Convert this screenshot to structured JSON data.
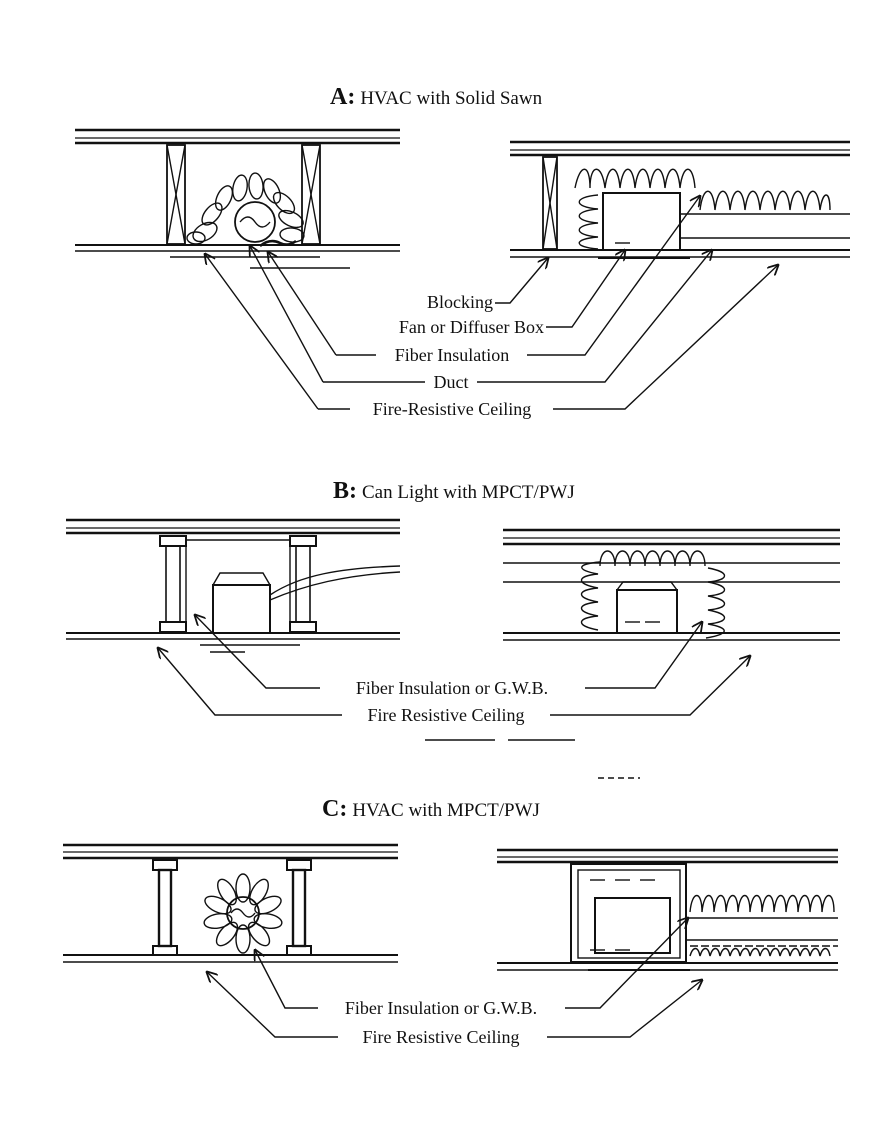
{
  "sections": {
    "a": {
      "letter": "A:",
      "title": "HVAC with Solid Sawn",
      "labels": {
        "blocking": "Blocking",
        "fan": "Fan or Diffuser Box",
        "fiber": "Fiber Insulation",
        "duct": "Duct",
        "ceiling": "Fire-Resistive Ceiling"
      }
    },
    "b": {
      "letter": "B:",
      "title": "Can Light with MPCT/PWJ",
      "labels": {
        "fiber": "Fiber Insulation or G.W.B.",
        "ceiling": "Fire Resistive Ceiling"
      }
    },
    "c": {
      "letter": "C:",
      "title": "HVAC with MPCT/PWJ",
      "labels": {
        "fiber": "Fiber Insulation or G.W.B.",
        "ceiling": "Fire Resistive Ceiling"
      }
    }
  }
}
